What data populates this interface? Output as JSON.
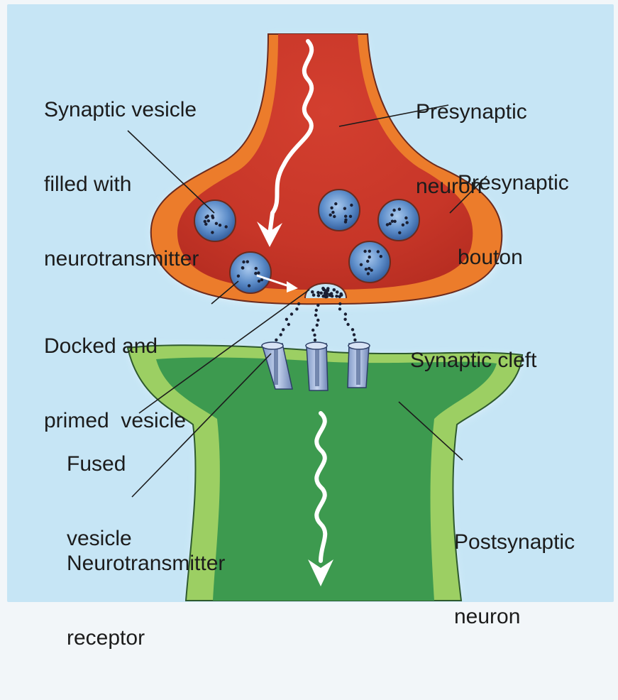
{
  "labels": {
    "synaptic_vesicle": [
      "Synaptic vesicle",
      "filled with",
      "neurotransmitter"
    ],
    "presynaptic_neuron": [
      "Presynaptic",
      "neuron"
    ],
    "presynaptic_bouton": [
      "Presynaptic",
      "bouton"
    ],
    "docked_vesicle": [
      "Docked and",
      "primed  vesicle"
    ],
    "synaptic_cleft": [
      "Synaptic cleft"
    ],
    "fused_vesicle": [
      "Fused",
      "vesicle"
    ],
    "postsynaptic_neuron": [
      "Postsynaptic",
      "neuron"
    ],
    "receptor": [
      "Neurotransmitter",
      "receptor"
    ]
  },
  "colors": {
    "background": "#c6e5f5",
    "presynaptic_fill": "#c9392a",
    "bouton_rim": "#ec7c2b",
    "postsynaptic_fill": "#3d9a4f",
    "postsynaptic_rim": "#9ccf63",
    "vesicle": "#5d8dc9",
    "signal_arrow": "#ffffff"
  }
}
